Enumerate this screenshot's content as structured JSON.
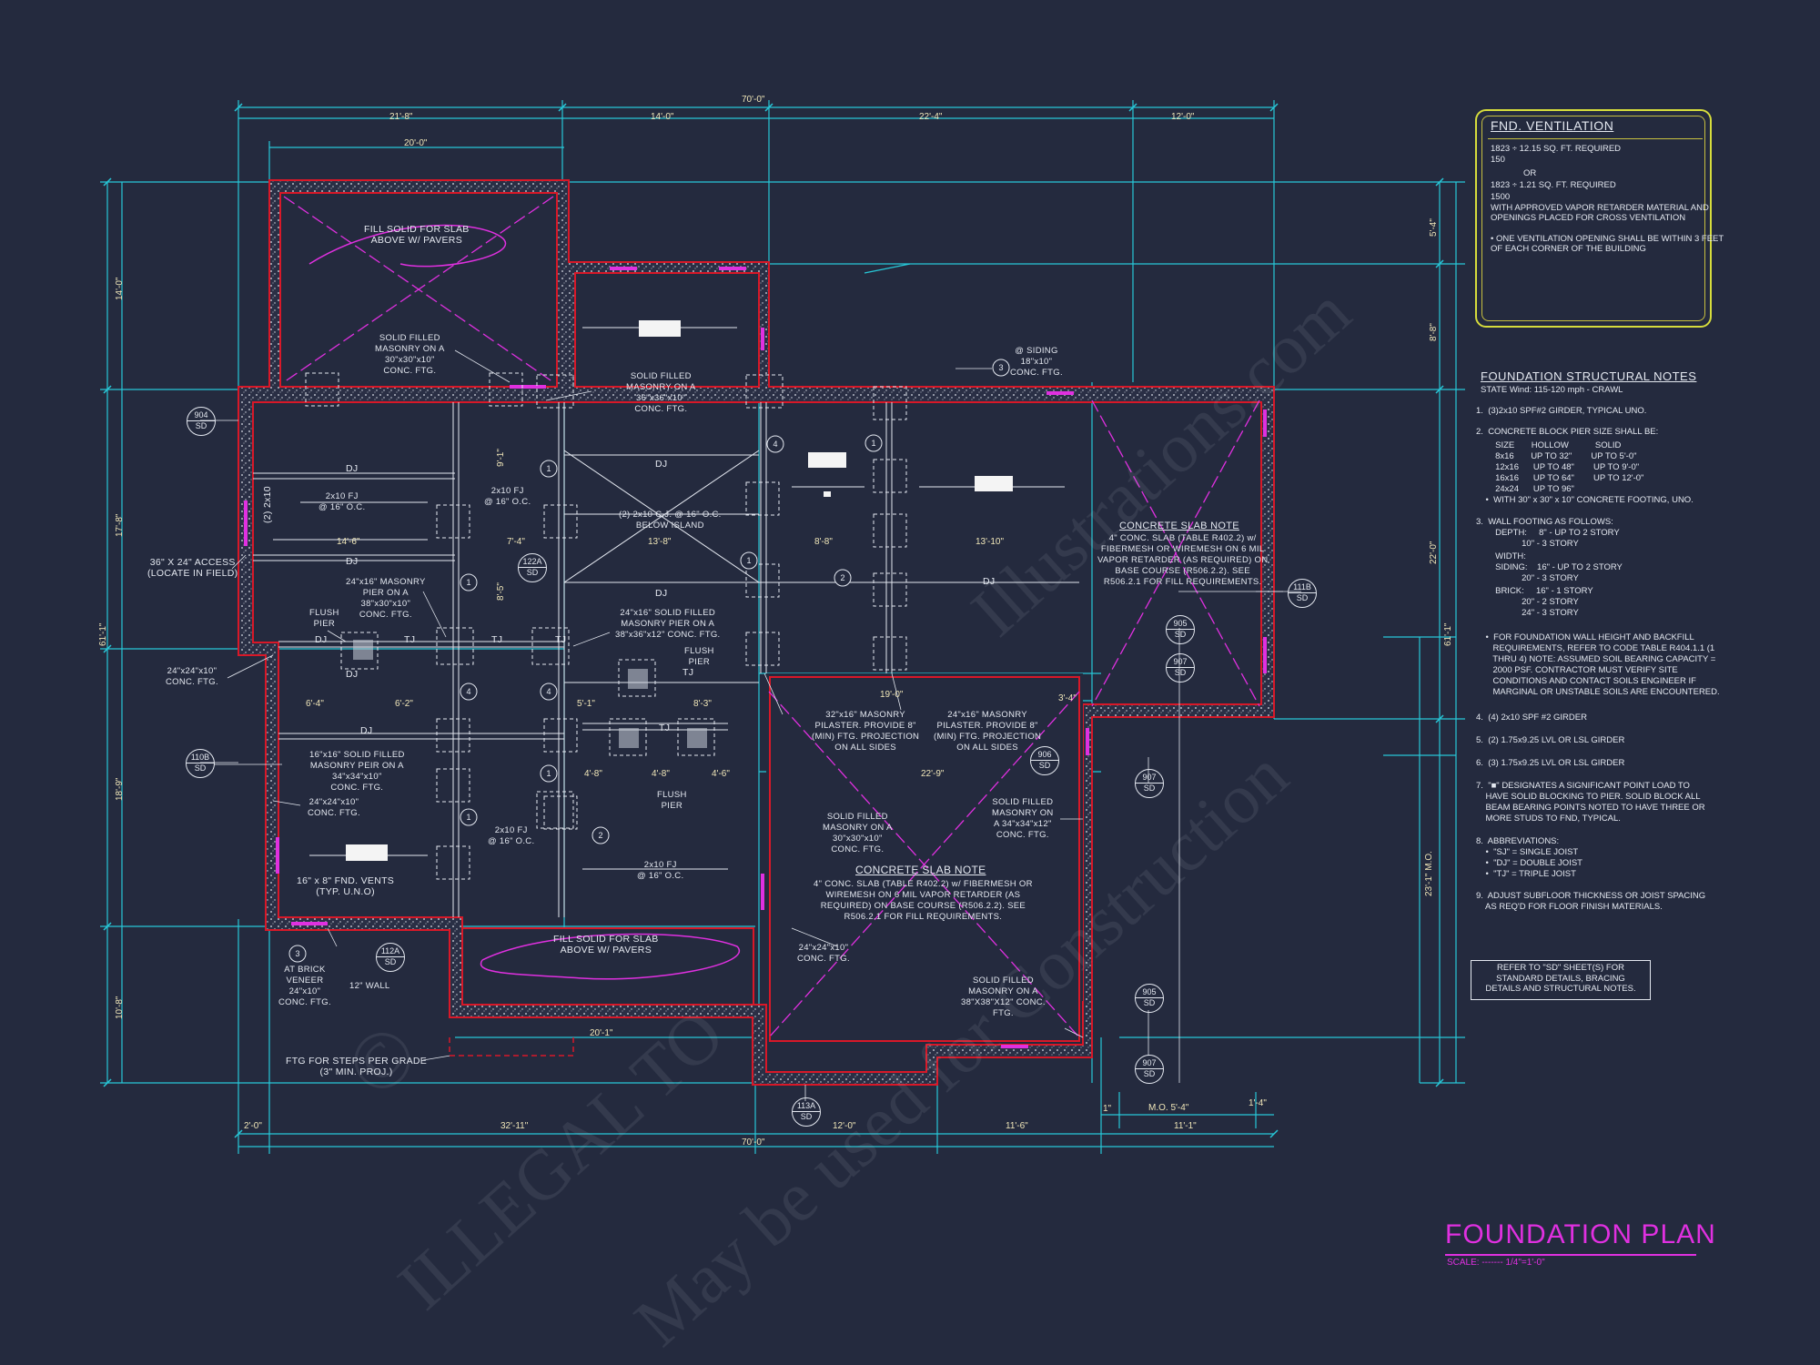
{
  "title": "FOUNDATION PLAN",
  "scale": "SCALE: ------- 1/4\"=1'-0\"",
  "ventilation": {
    "heading": "FND. VENTILATION",
    "lines": [
      "1823 ÷ 12.15 SQ. FT. REQUIRED",
      "150",
      "OR",
      "1823 ÷ 1.21 SQ. FT. REQUIRED",
      "1500",
      "WITH APPROVED VAPOR RETARDER MATERIAL AND",
      "OPENINGS PLACED FOR CROSS VENTILATION",
      "• ONE VENTILATION OPENING SHALL BE WITHIN 3 FEET",
      "  OF EACH CORNER OF THE BUILDING"
    ]
  },
  "structural_notes": {
    "heading": "FOUNDATION STRUCTURAL NOTES",
    "subheading": "STATE Wind: 115-120 mph - CRAWL",
    "items": [
      "1.  (3)2x10 SPF#2 GIRDER, TYPICAL UNO.",
      "2.  CONCRETE BLOCK PIER SIZE SHALL BE:",
      "        SIZE       HOLLOW           SOLID",
      "        8x16       UP TO 32\"        UP TO 5'-0\"",
      "        12x16      UP TO 48\"        UP TO 9'-0\"",
      "        16x16      UP TO 64\"        UP TO 12'-0\"",
      "        24x24      UP TO 96\"",
      "    •  WITH 30\" x 30\" x 10\" CONCRETE FOOTING, UNO.",
      "3.  WALL FOOTING AS FOLLOWS:",
      "        DEPTH:     8\" - UP TO 2 STORY",
      "                   10\" - 3 STORY",
      "        WIDTH:",
      "        SIDING:    16\" - UP TO 2 STORY",
      "                   20\" - 3 STORY",
      "        BRICK:     16\" - 1 STORY",
      "                   20\" - 2 STORY",
      "                   24\" - 3 STORY",
      "    •  FOR FOUNDATION WALL HEIGHT AND BACKFILL",
      "       REQUIREMENTS, REFER TO CODE TABLE R404.1.1 (1",
      "       THRU 4) NOTE: ASSUMED SOIL BEARING CAPACITY =",
      "       2000 PSF. CONTRACTOR MUST VERIFY SITE",
      "       CONDITIONS AND CONTACT SOILS ENGINEER IF",
      "       MARGINAL OR UNSTABLE SOILS ARE ENCOUNTERED.",
      "4.  (4) 2x10 SPF #2 GIRDER",
      "5.  (2) 1.75x9.25 LVL OR LSL GIRDER",
      "6.  (3) 1.75x9.25 LVL OR LSL GIRDER",
      "7.  \"■\" DESIGNATES A SIGNIFICANT POINT LOAD TO",
      "    HAVE SOLID BLOCKING TO PIER. SOLID BLOCK ALL",
      "    BEAM BEARING POINTS NOTED TO HAVE THREE OR",
      "    MORE STUDS TO FND, TYPICAL.",
      "8.  ABBREVIATIONS:",
      "    •  \"SJ\" = SINGLE JOIST",
      "    •  \"DJ\" = DOUBLE JOIST",
      "    •  \"TJ\" = TRIPLE JOIST",
      "9.  ADJUST SUBFLOOR THICKNESS OR JOIST SPACING",
      "    AS REQ'D FOR FLOOR FINISH MATERIALS."
    ],
    "refer_note": "REFER TO \"SD\" SHEET(S) FOR\nSTANDARD DETAILS, BRACING\nDETAILS AND STRUCTURAL NOTES."
  },
  "dimensions": {
    "overall_top": "70'-0\"",
    "overall_bottom": "70'-0\"",
    "top_segments": [
      "21'-8\"",
      "14'-0\"",
      "22'-4\"",
      "12'-0\""
    ],
    "top_sub": "20'-0\"",
    "bottom_segments": [
      "2'-0\"",
      "32'-11\"",
      "12'-0\"",
      "11'-6\"",
      "11'-1\""
    ],
    "mo_bottom": "M.O. 5'-4\"",
    "right_small": [
      "1'-4\"",
      "1\""
    ],
    "left_overall": "61'-1\"",
    "left_segments": [
      "14'-0\"",
      "17'-8\"",
      "18'-9\"",
      "10'-8\""
    ],
    "right_overall": "61'-1\"",
    "right_segments": [
      "5'-4\"",
      "8'-8\"",
      "22'-0\"",
      "23'-1\" M.O."
    ],
    "interior": [
      "14'-6\"",
      "13'-8\"",
      "8'-8\"",
      "13'-10\"",
      "6'-4\"",
      "6'-2\"",
      "5'-1\"",
      "8'-3\"",
      "4'-8\"",
      "4'-8\"",
      "4'-6\"",
      "22'-9\"",
      "19'-0\"",
      "20'-1\"",
      "7'-4\"",
      "3'-4\"",
      "8'-5\"",
      "9'-1\""
    ]
  },
  "annotations": {
    "fill_top": "FILL SOLID FOR SLAB\nABOVE W/ PAVERS",
    "fill_bottom": "FILL SOLID FOR SLAB\nABOVE W/ PAVERS",
    "solid_30": "SOLID FILLED\nMASONRY ON A\n30\"x30\"x10\"\nCONC. FTG.",
    "solid_36": "SOLID FILLED\nMASONRY ON A\n36\"x36\"x10\"\nCONC. FTG.",
    "siding": "@ SIDING\n18\"x10\"\nCONC. FTG.",
    "access": "36\" X 24\" ACCESS\n(LOCATE IN FIELD)",
    "girder_below": "(2) 2x10 C.J. @ 16\" O.C.\nBELOW ISLAND",
    "fj_1": "2x10 FJ\n@ 16\" O.C.",
    "fj_2": "2x10 FJ\n@ 16\" O.C.",
    "fj_3": "2x10 FJ\n@ 16\" O.C.",
    "fj_4": "2x10 FJ\n@ 16\" O.C.",
    "pier_24x16": "24\"x16\" MASONRY\nPIER ON A\n38\"x30\"x10\"\nCONC. FTG.",
    "pier_24x16_solid": "24\"x16\" SOLID FILLED\nMASONRY PIER ON A\n38\"x36\"x12\" CONC. FTG.",
    "flush_pier_1": "FLUSH\nPIER",
    "flush_pier_2": "FLUSH\nPIER",
    "flush_pier_3": "FLUSH\nPIER",
    "ftg_24_a": "24\"x24\"x10\"\nCONC. FTG.",
    "ftg_24_b": "24\"x24\"x10\"\nCONC. FTG.",
    "ftg_24_c": "24\"x24\"x10\"\nCONC. FTG.",
    "pier_16x16": "16\"x16\" SOLID FILLED\nMASONRY PEIR ON A\n34\"x34\"x10\"\nCONC. FTG.",
    "vents": "16\" x 8\" FND. VENTS\n(TYP. U.N.O)",
    "brick": "AT BRICK\nVENEER\n24\"x10\"\nCONC. FTG.",
    "wall12": "12\" WALL",
    "steps": "FTG FOR STEPS PER GRADE\n(3\" MIN. PROJ.)",
    "pilaster_32": "32\"x16\" MASONRY\nPILASTER.  PROVIDE 8\"\n(MIN) FTG. PROJECTION\nON ALL SIDES",
    "pilaster_24": "24\"x16\" MASONRY\nPILASTER.  PROVIDE 8\"\n(MIN) FTG. PROJECTION\nON ALL SIDES",
    "solid_30b": "SOLID FILLED\nMASONRY ON A\n30\"x30\"x10\"\nCONC. FTG.",
    "solid_34": "SOLID FILLED\nMASONRY ON\nA 34\"x34\"x12\"\nCONC. FTG.",
    "solid_38": "SOLID FILLED\nMASONRY ON A\n38\"X38\"X12\" CONC.\nFTG.",
    "slab_note_title": "CONCRETE SLAB NOTE",
    "slab_note_body": "4\" CONC. SLAB (TABLE R402.2) w/ FIBERMESH OR\nWIREMESH ON 6 MIL VAPOR RETARDER (AS\nREQUIRED) ON BASE COURSE (R506.2.2). SEE\nR506.2.1 FOR FILL REQUIREMENTS.",
    "slab_note2_title": "CONCRETE SLAB NOTE",
    "slab_note2_body": "4\" CONC. SLAB (TABLE R402.2) w/\nFIBERMESH OR WIREMESH ON 6 MIL\nVAPOR RETARDER (AS REQUIRED) ON\nBASE COURSE (R506.2.2). SEE\nR506.2.1 FOR FILL REQUIREMENTS.",
    "dj": "DJ",
    "tj": "TJ",
    "two_2x10": "(2) 2x10"
  },
  "tags": [
    {
      "num": "904",
      "ref": "SD"
    },
    {
      "num": "110B",
      "ref": "SD"
    },
    {
      "num": "122A",
      "ref": "SD"
    },
    {
      "num": "112A",
      "ref": "SD"
    },
    {
      "num": "113A",
      "ref": "SD"
    },
    {
      "num": "111B",
      "ref": "SD"
    },
    {
      "num": "905",
      "ref": "SD"
    },
    {
      "num": "907",
      "ref": "SD"
    },
    {
      "num": "906",
      "ref": "SD"
    },
    {
      "num": "907",
      "ref": "SD"
    },
    {
      "num": "905",
      "ref": "SD"
    },
    {
      "num": "907",
      "ref": "SD"
    }
  ],
  "watermark": [
    "ILLEGAL TO",
    "May be used for Construction",
    "Illustrations.com",
    "©"
  ],
  "colors": {
    "background": "#242a3e",
    "dimension": "#27c8d8",
    "wall": "#d81828",
    "accent": "#e030e0",
    "panel": "#d6dc3c"
  }
}
